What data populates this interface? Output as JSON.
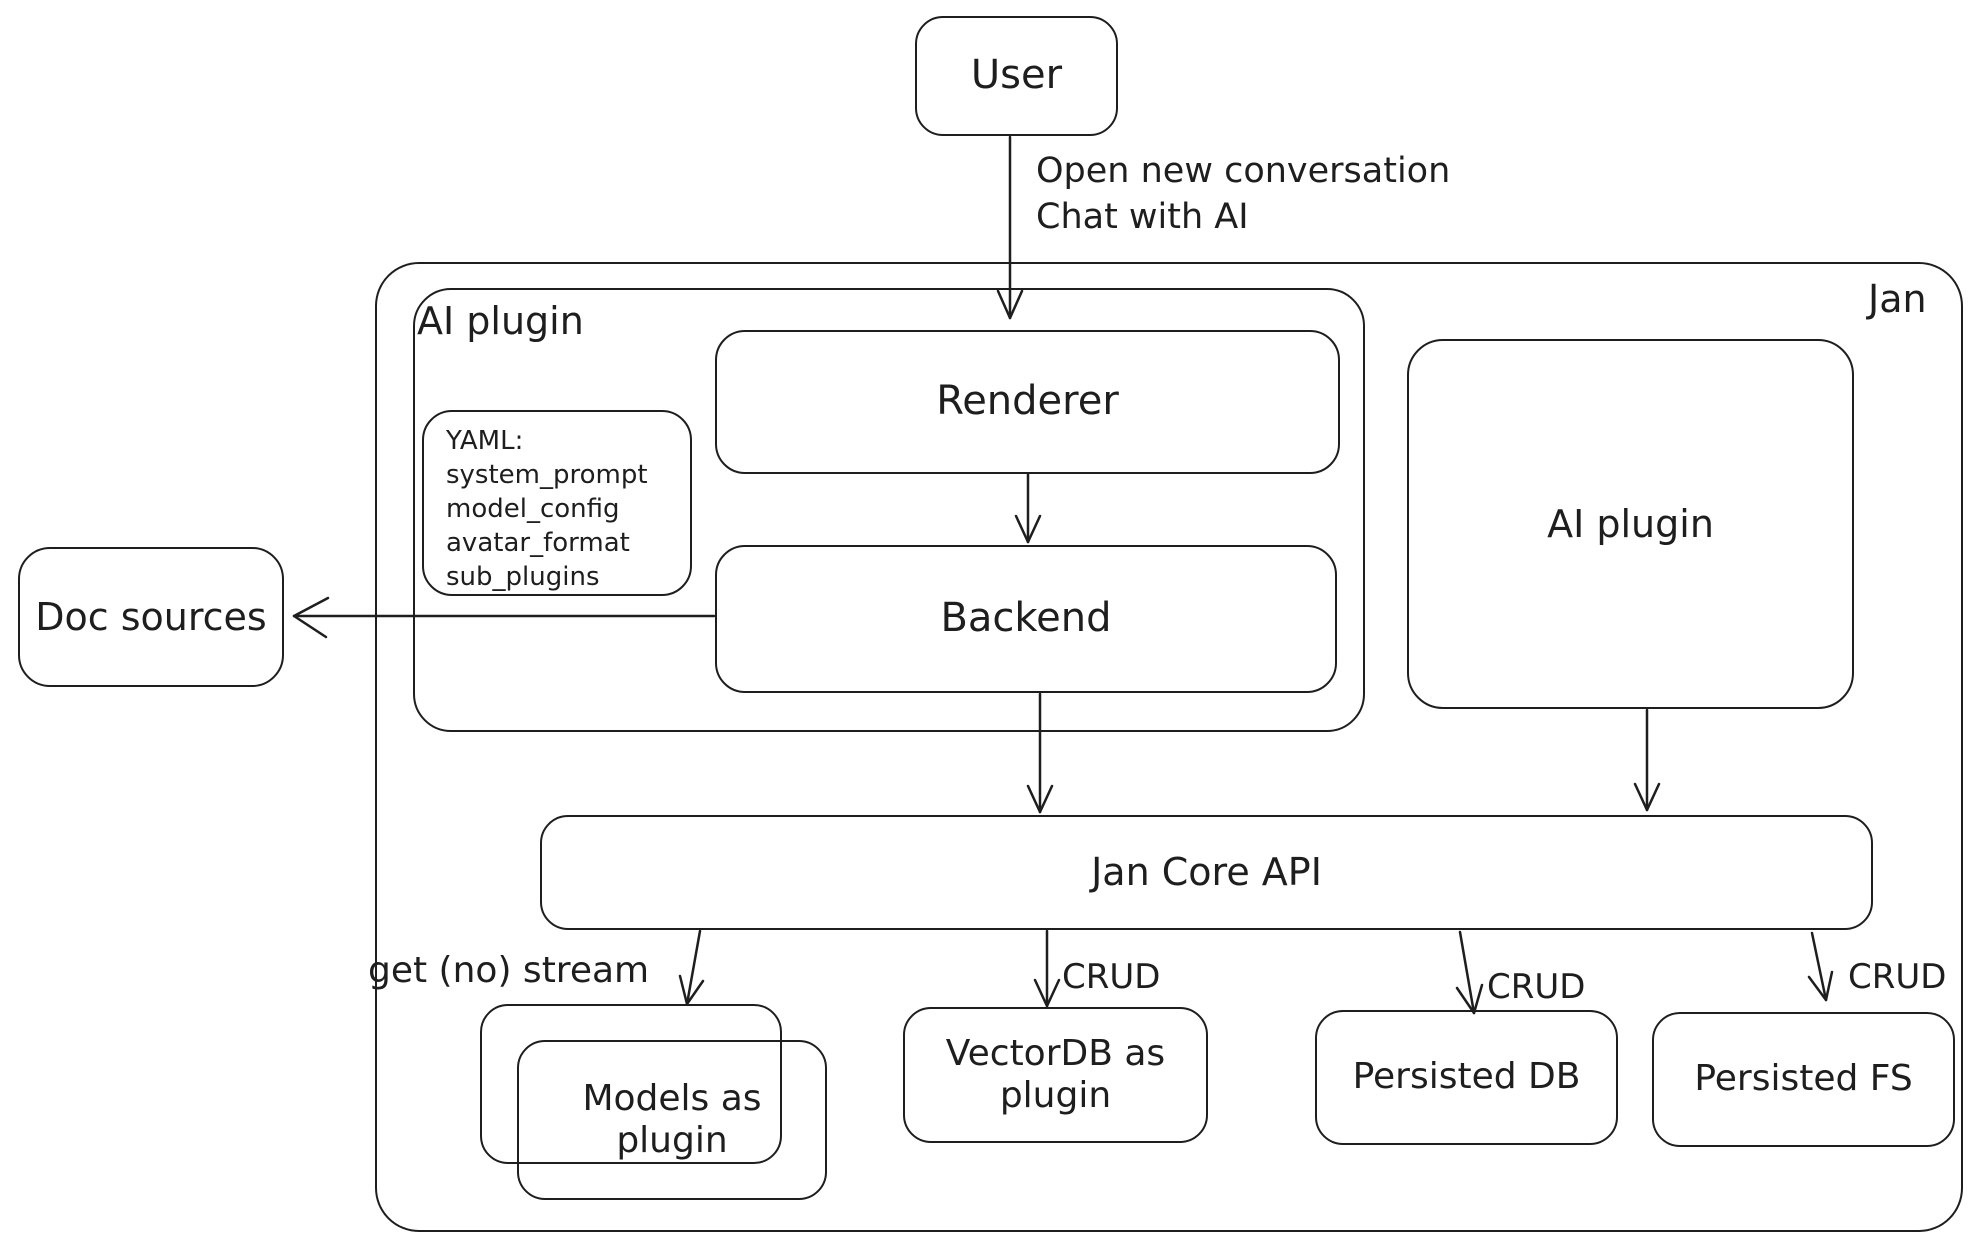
{
  "colors": {
    "stroke": "#1e1e1e",
    "background": "#ffffff"
  },
  "nodes": {
    "user": {
      "label": "User"
    },
    "jan": {
      "label": "Jan"
    },
    "ai_plugin_left": {
      "label": "AI plugin"
    },
    "yaml_note": {
      "lines": [
        "YAML:",
        "system_prompt",
        "model_config",
        "avatar_format",
        "sub_plugins"
      ]
    },
    "renderer": {
      "label": "Renderer"
    },
    "backend": {
      "label": "Backend"
    },
    "ai_plugin_right": {
      "label": "AI plugin"
    },
    "doc_sources": {
      "label": "Doc sources"
    },
    "jan_core_api": {
      "label": "Jan Core API"
    },
    "models_as_plugin": {
      "label": "Models as plugin"
    },
    "vectordb_as_plugin": {
      "label": "VectorDB as plugin"
    },
    "persisted_db": {
      "label": "Persisted DB"
    },
    "persisted_fs": {
      "label": "Persisted FS"
    }
  },
  "edges": {
    "user_to_renderer": {
      "line1": "Open new conversation",
      "line2": "Chat with AI"
    },
    "core_to_models": {
      "label": "get (no) stream"
    },
    "core_to_vectordb": {
      "label": "CRUD"
    },
    "core_to_persisted_db": {
      "label": "CRUD"
    },
    "core_to_persisted_fs": {
      "label": "CRUD"
    }
  }
}
